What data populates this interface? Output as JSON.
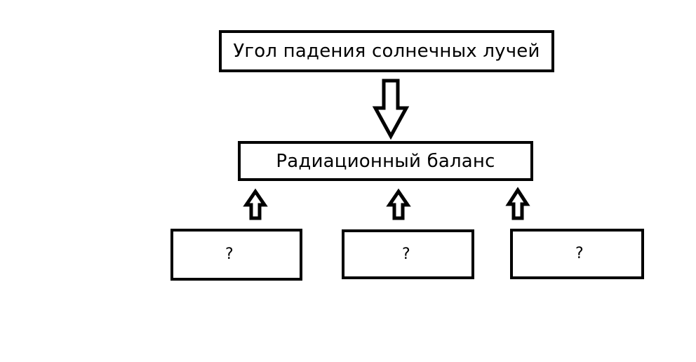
{
  "diagram": {
    "title_text": "Угол падения солнечных лучей",
    "background_color": "#ffffff",
    "stroke_color": "#000000",
    "nodes": {
      "angle": {
        "label": "Угол падения солнечных лучей",
        "role": "top-cause"
      },
      "balance": {
        "label": "Радиационный баланс",
        "role": "central-concept"
      },
      "unknown_1": {
        "label": "?",
        "role": "blank-answer-slot"
      },
      "unknown_2": {
        "label": "?",
        "role": "blank-answer-slot"
      },
      "unknown_3": {
        "label": "?",
        "role": "blank-answer-slot"
      }
    },
    "arrows": {
      "down_main": {
        "direction": "down",
        "from": "angle",
        "to": "balance",
        "style": "hollow-block"
      },
      "up_1": {
        "direction": "up",
        "from": "unknown_1",
        "to": "balance",
        "style": "hollow-block"
      },
      "up_2": {
        "direction": "up",
        "from": "unknown_2",
        "to": "balance",
        "style": "hollow-block"
      },
      "up_3": {
        "direction": "up",
        "from": "unknown_3",
        "to": "balance",
        "style": "hollow-block"
      }
    }
  }
}
